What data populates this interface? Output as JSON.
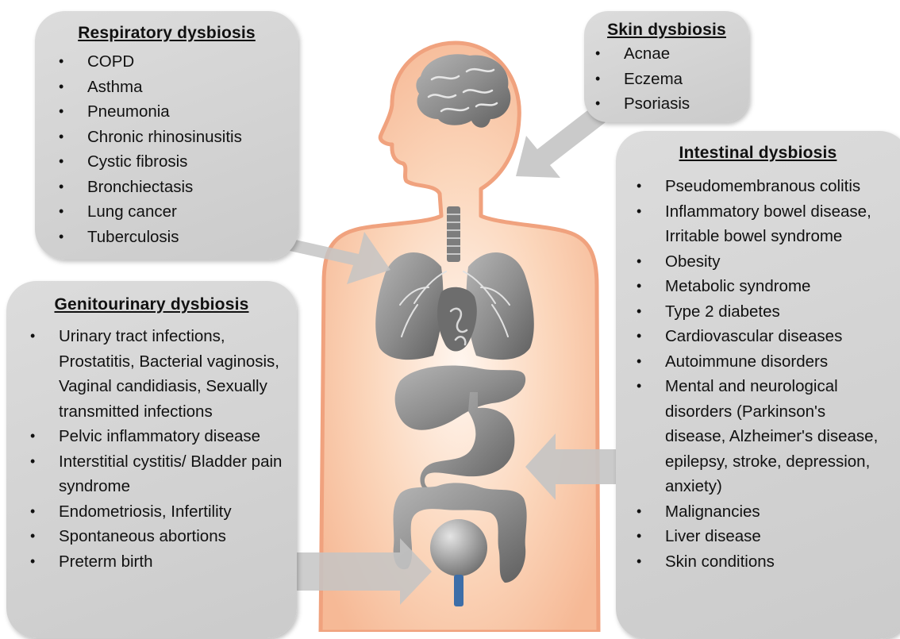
{
  "respiratory": {
    "title": "Respiratory dysbiosis",
    "items": [
      "COPD",
      "Asthma",
      "Pneumonia",
      "Chronic rhinosinusitis",
      "Cystic fibrosis",
      "Bronchiectasis",
      "Lung cancer",
      "Tuberculosis"
    ]
  },
  "skin": {
    "title": "Skin dysbiosis",
    "items": [
      "Acnae",
      "Eczema",
      "Psoriasis"
    ]
  },
  "intestinal": {
    "title": "Intestinal dysbiosis",
    "items": [
      "Pseudomembranous colitis",
      "Inflammatory bowel disease, Irritable bowel syndrome",
      "Obesity",
      "Metabolic syndrome",
      "Type 2 diabetes",
      "Cardiovascular diseases",
      "Autoimmune disorders",
      "Mental and neurological disorders (Parkinson's disease, Alzheimer's disease, epilepsy, stroke, depression, anxiety)",
      "Malignancies",
      "Liver disease",
      "Skin conditions"
    ]
  },
  "genitourinary": {
    "title": "Genitourinary dysbiosis",
    "items": [
      "Urinary tract infections, Prostatitis, Bacterial vaginosis, Vaginal candidiasis, Sexually transmitted infections",
      "Pelvic inflammatory disease",
      "Interstitial cystitis/ Bladder pain syndrome",
      "Endometriosis, Infertility",
      "Spontaneous abortions",
      "Preterm birth"
    ]
  },
  "colors": {
    "skin_fill": "#f9c9a6",
    "body_outline": "#f0a27e",
    "box_fill": "#d3d3d3",
    "arrow": "#c4c4c4",
    "organ": "#8a8a8a",
    "urethra": "#3d6ea8"
  },
  "icons": [
    "brain-icon",
    "trachea-icon",
    "lungs-icon",
    "heart-icon",
    "liver-icon",
    "stomach-icon",
    "intestine-icon",
    "bladder-icon"
  ]
}
